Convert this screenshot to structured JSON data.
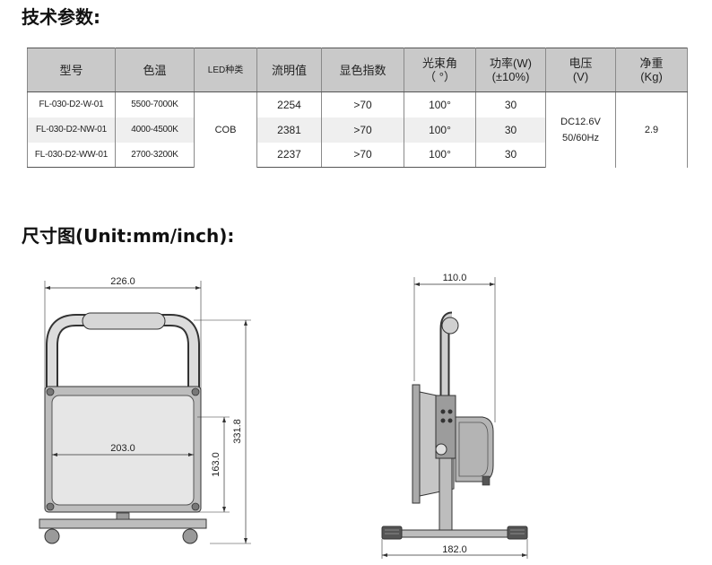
{
  "titles": {
    "specs": "技术参数:",
    "dimensions": "尺寸图(Unit:mm/inch):"
  },
  "table": {
    "headers": {
      "model": "型号",
      "color_temp": "色温",
      "led_type": "LED种类",
      "lumen": "流明值",
      "cri": "显色指数",
      "beam_angle_line1": "光束角",
      "beam_angle_line2": "（ °）",
      "power_line1": "功率(W)",
      "power_line2": "(±10%)",
      "voltage_line1": "电压",
      "voltage_line2": "(V)",
      "weight_line1": "净重",
      "weight_line2": "(Kg)"
    },
    "rows": [
      {
        "model": "FL-030-D2-W-01",
        "color_temp": "5500-7000K",
        "lumen": "2254",
        "cri": ">70",
        "beam_angle": "100°",
        "power": "30"
      },
      {
        "model": "FL-030-D2-NW-01",
        "color_temp": "4000-4500K",
        "lumen": "2381",
        "cri": ">70",
        "beam_angle": "100°",
        "power": "30"
      },
      {
        "model": "FL-030-D2-WW-01",
        "color_temp": "2700-3200K",
        "lumen": "2237",
        "cri": ">70",
        "beam_angle": "100°",
        "power": "30"
      }
    ],
    "shared": {
      "led_type": "COB",
      "voltage_line1": "DC12.6V",
      "voltage_line2": "50/60Hz",
      "weight": "2.9"
    }
  },
  "drawings": {
    "front": {
      "total_width": "226.0",
      "panel_width": "203.0",
      "panel_height": "163.0",
      "total_height": "331.8"
    },
    "side": {
      "top_width": "110.0",
      "base_width": "182.0"
    }
  }
}
